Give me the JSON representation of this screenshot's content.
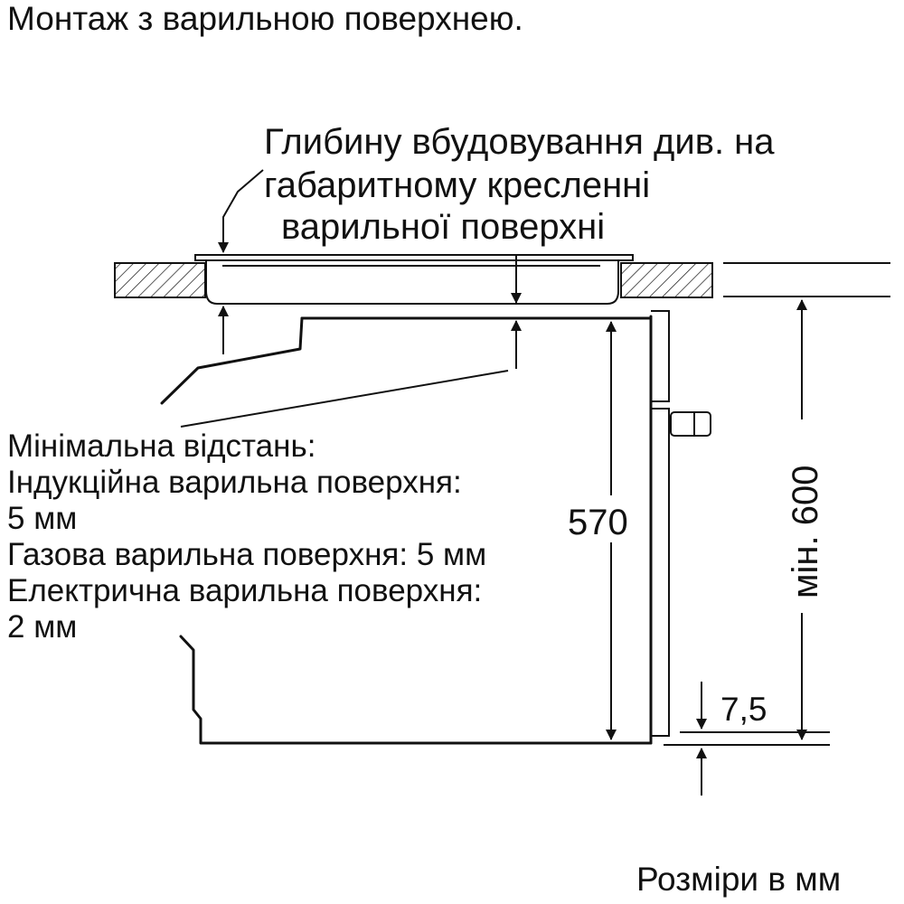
{
  "title": "Монтаж з варильною поверхнею.",
  "callout": {
    "lines": [
      "Глибину вбудовування див. на",
      "габаритному кресленні",
      "варильної поверхні"
    ]
  },
  "min_distance_note": {
    "lines": [
      "Мінімальна відстань:",
      "Індукційна варильна поверхня:",
      "5 мм",
      "Газова варильна поверхня: 5 мм",
      "Електрична варильна поверхня:",
      "2 мм"
    ]
  },
  "dimensions": {
    "oven_height": "570",
    "min_niche_height": "мін. 600",
    "gap": "7,5"
  },
  "footer": "Розміри в мм"
}
